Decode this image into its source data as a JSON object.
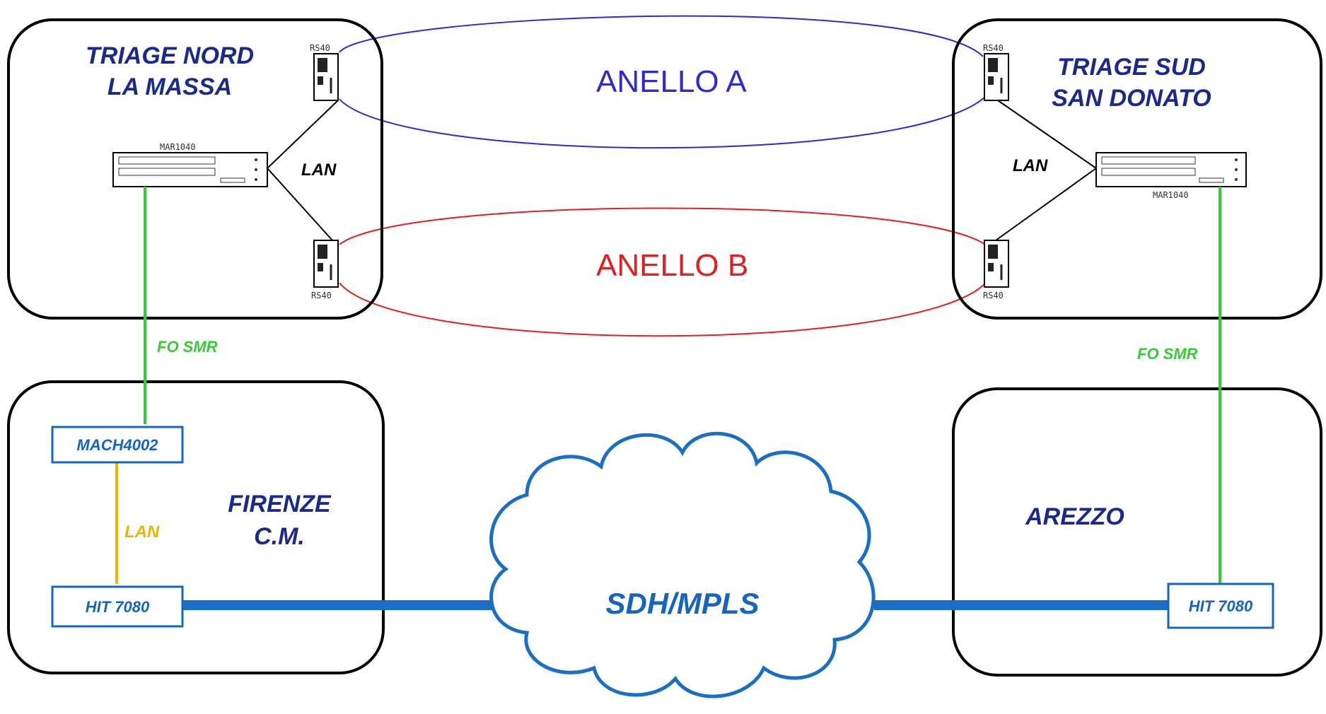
{
  "sites": {
    "triage_nord": {
      "line1": "TRIAGE NORD",
      "line2": "LA MASSA"
    },
    "triage_sud": {
      "line1": "TRIAGE SUD",
      "line2": "SAN DONATO"
    },
    "firenze": {
      "line1": "FIRENZE",
      "line2": "C.M."
    },
    "arezzo": {
      "line1": "AREZZO"
    }
  },
  "rings": {
    "a": {
      "label": "ANELLO A",
      "color": "#2b2bd0"
    },
    "b": {
      "label": "ANELLO B",
      "color": "#e02020"
    }
  },
  "devices": {
    "rs40": "RS40",
    "mar1040": "MAR1040",
    "mach4002": "MACH4002",
    "hit7080": "HIT 7080"
  },
  "links": {
    "lan": "LAN",
    "fo_smr": "FO SMR",
    "fo_color": "#33cc33",
    "lan_firenze_color": "#f0b400",
    "wan_color": "#1a6fc4"
  },
  "cloud": {
    "label": "SDH/MPLS"
  }
}
